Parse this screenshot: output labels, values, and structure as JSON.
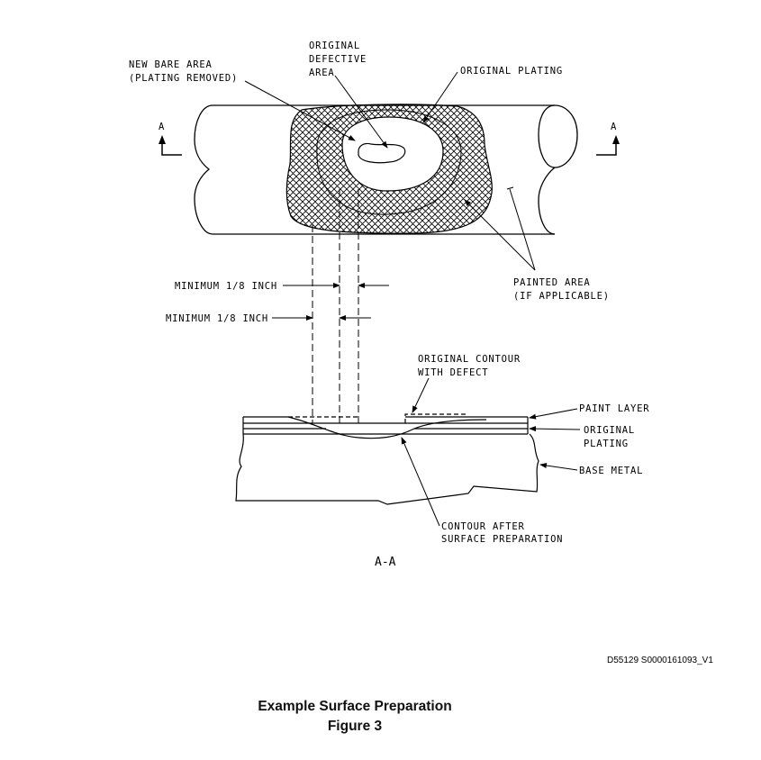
{
  "labels": {
    "new_bare_1": "NEW BARE AREA",
    "new_bare_2": "(PLATING REMOVED)",
    "orig_def_1": "ORIGINAL",
    "orig_def_2": "DEFECTIVE",
    "orig_def_3": "AREA",
    "orig_plating": "ORIGINAL PLATING",
    "section_mark": "A",
    "min_1": "MINIMUM 1/8 INCH",
    "min_2": "MINIMUM 1/8 INCH",
    "painted_1": "PAINTED AREA",
    "painted_2": "(IF APPLICABLE)",
    "orig_contour_1": "ORIGINAL CONTOUR",
    "orig_contour_2": "WITH DEFECT",
    "paint_layer": "PAINT LAYER",
    "orig_plating2_1": "ORIGINAL",
    "orig_plating2_2": "PLATING",
    "base_metal": "BASE METAL",
    "contour_after_1": "CONTOUR AFTER",
    "contour_after_2": "SURFACE PREPARATION",
    "section_view": "A-A"
  },
  "reference_id": "D55129 S0000161093_V1",
  "caption": {
    "title": "Example Surface Preparation",
    "figure": "Figure 3"
  }
}
